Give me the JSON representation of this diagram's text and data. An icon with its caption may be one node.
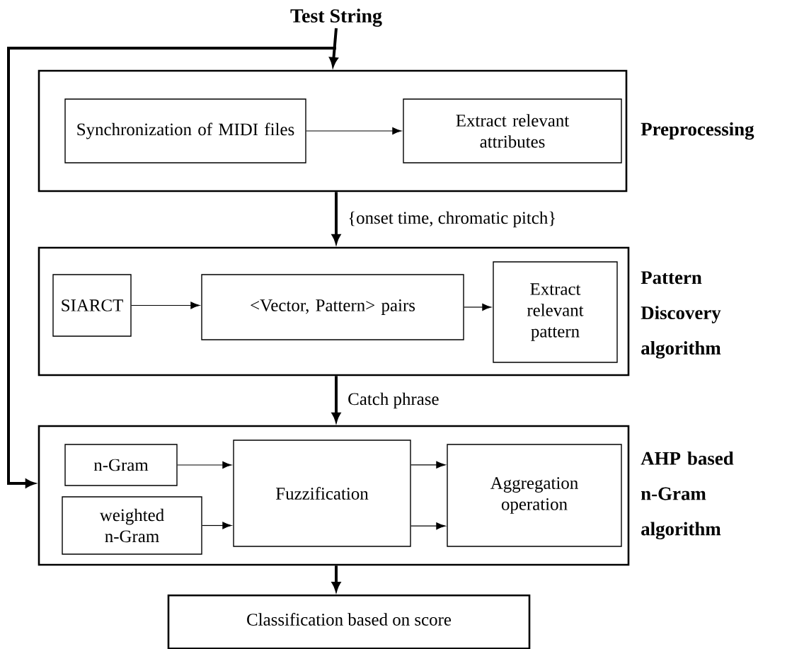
{
  "diagram": {
    "nodes": [
      {
        "text": [
          "Test String"
        ]
      },
      {
        "text": [
          "Preprocessing"
        ]
      },
      {
        "text": [
          "Synchronization of MIDI files"
        ],
        "in": 1
      },
      {
        "text": [
          "Extract relevant attributes"
        ],
        "in": 1
      },
      {
        "text": [
          "Pattern Discovery algorithm"
        ]
      },
      {
        "text": [
          "SIARCT"
        ],
        "in": 4
      },
      {
        "text": [
          "<Vector, Pattern> pairs"
        ],
        "in": 4
      },
      {
        "text": [
          "Extract relevant pattern"
        ],
        "in": 4
      },
      {
        "text": [
          "AHP based n-Gram algorithm"
        ]
      },
      {
        "text": [
          "n-Gram"
        ],
        "in": 8
      },
      {
        "text": [
          "weighted n-Gram"
        ],
        "in": 8
      },
      {
        "text": [
          "Fuzzification"
        ],
        "in": 8
      },
      {
        "text": [
          "Aggregation operation"
        ],
        "in": 8
      },
      {
        "text": [
          "Classification based on score"
        ]
      }
    ],
    "edges": [
      {
        "from": 0,
        "to": 1,
        "arrow": "to",
        "style": "thick"
      },
      {
        "from": 0,
        "to": 8,
        "arrow": "to",
        "style": "thick"
      },
      {
        "from": 2,
        "to": 3,
        "arrow": "to"
      },
      {
        "from": 1,
        "to": 4,
        "arrow": "to",
        "style": "thick",
        "label": "{onset time, chromatic pitch}"
      },
      {
        "from": 5,
        "to": 6,
        "arrow": "to"
      },
      {
        "from": 6,
        "to": 7,
        "arrow": "to"
      },
      {
        "from": 4,
        "to": 8,
        "arrow": "to",
        "style": "thick",
        "label": "Catch phrase"
      },
      {
        "from": 9,
        "to": 11,
        "arrow": "to"
      },
      {
        "from": 10,
        "to": 11,
        "arrow": "to"
      },
      {
        "from": 11,
        "to": 12,
        "arrow": "to"
      },
      {
        "from": 11,
        "to": 12,
        "arrow": "to"
      },
      {
        "from": 8,
        "to": 13,
        "arrow": "to",
        "style": "thick"
      }
    ]
  }
}
